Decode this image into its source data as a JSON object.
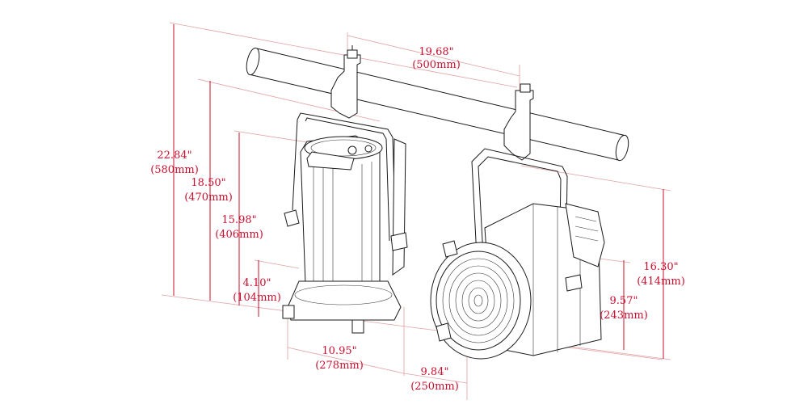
{
  "dimensions": {
    "pipe_spacing": {
      "inch": "19.68\"",
      "mm": "(500mm)"
    },
    "total_height": {
      "inch": "22.84\"",
      "mm": "(580mm)"
    },
    "vertical_height": {
      "inch": "18.50\"",
      "mm": "(470mm)"
    },
    "body_height": {
      "inch": "15.98\"",
      "mm": "(406mm)"
    },
    "base_height": {
      "inch": "4.10\"",
      "mm": "(104mm)"
    },
    "base_width": {
      "inch": "10.95\"",
      "mm": "(278mm)"
    },
    "depth": {
      "inch": "9.84\"",
      "mm": "(250mm)"
    },
    "horizontal_height": {
      "inch": "16.30\"",
      "mm": "(414mm)"
    },
    "lens_center_height": {
      "inch": "9.57\"",
      "mm": "(243mm)"
    }
  },
  "colors": {
    "dimension": "#c8102e",
    "line_art": "#1a1a1a"
  }
}
